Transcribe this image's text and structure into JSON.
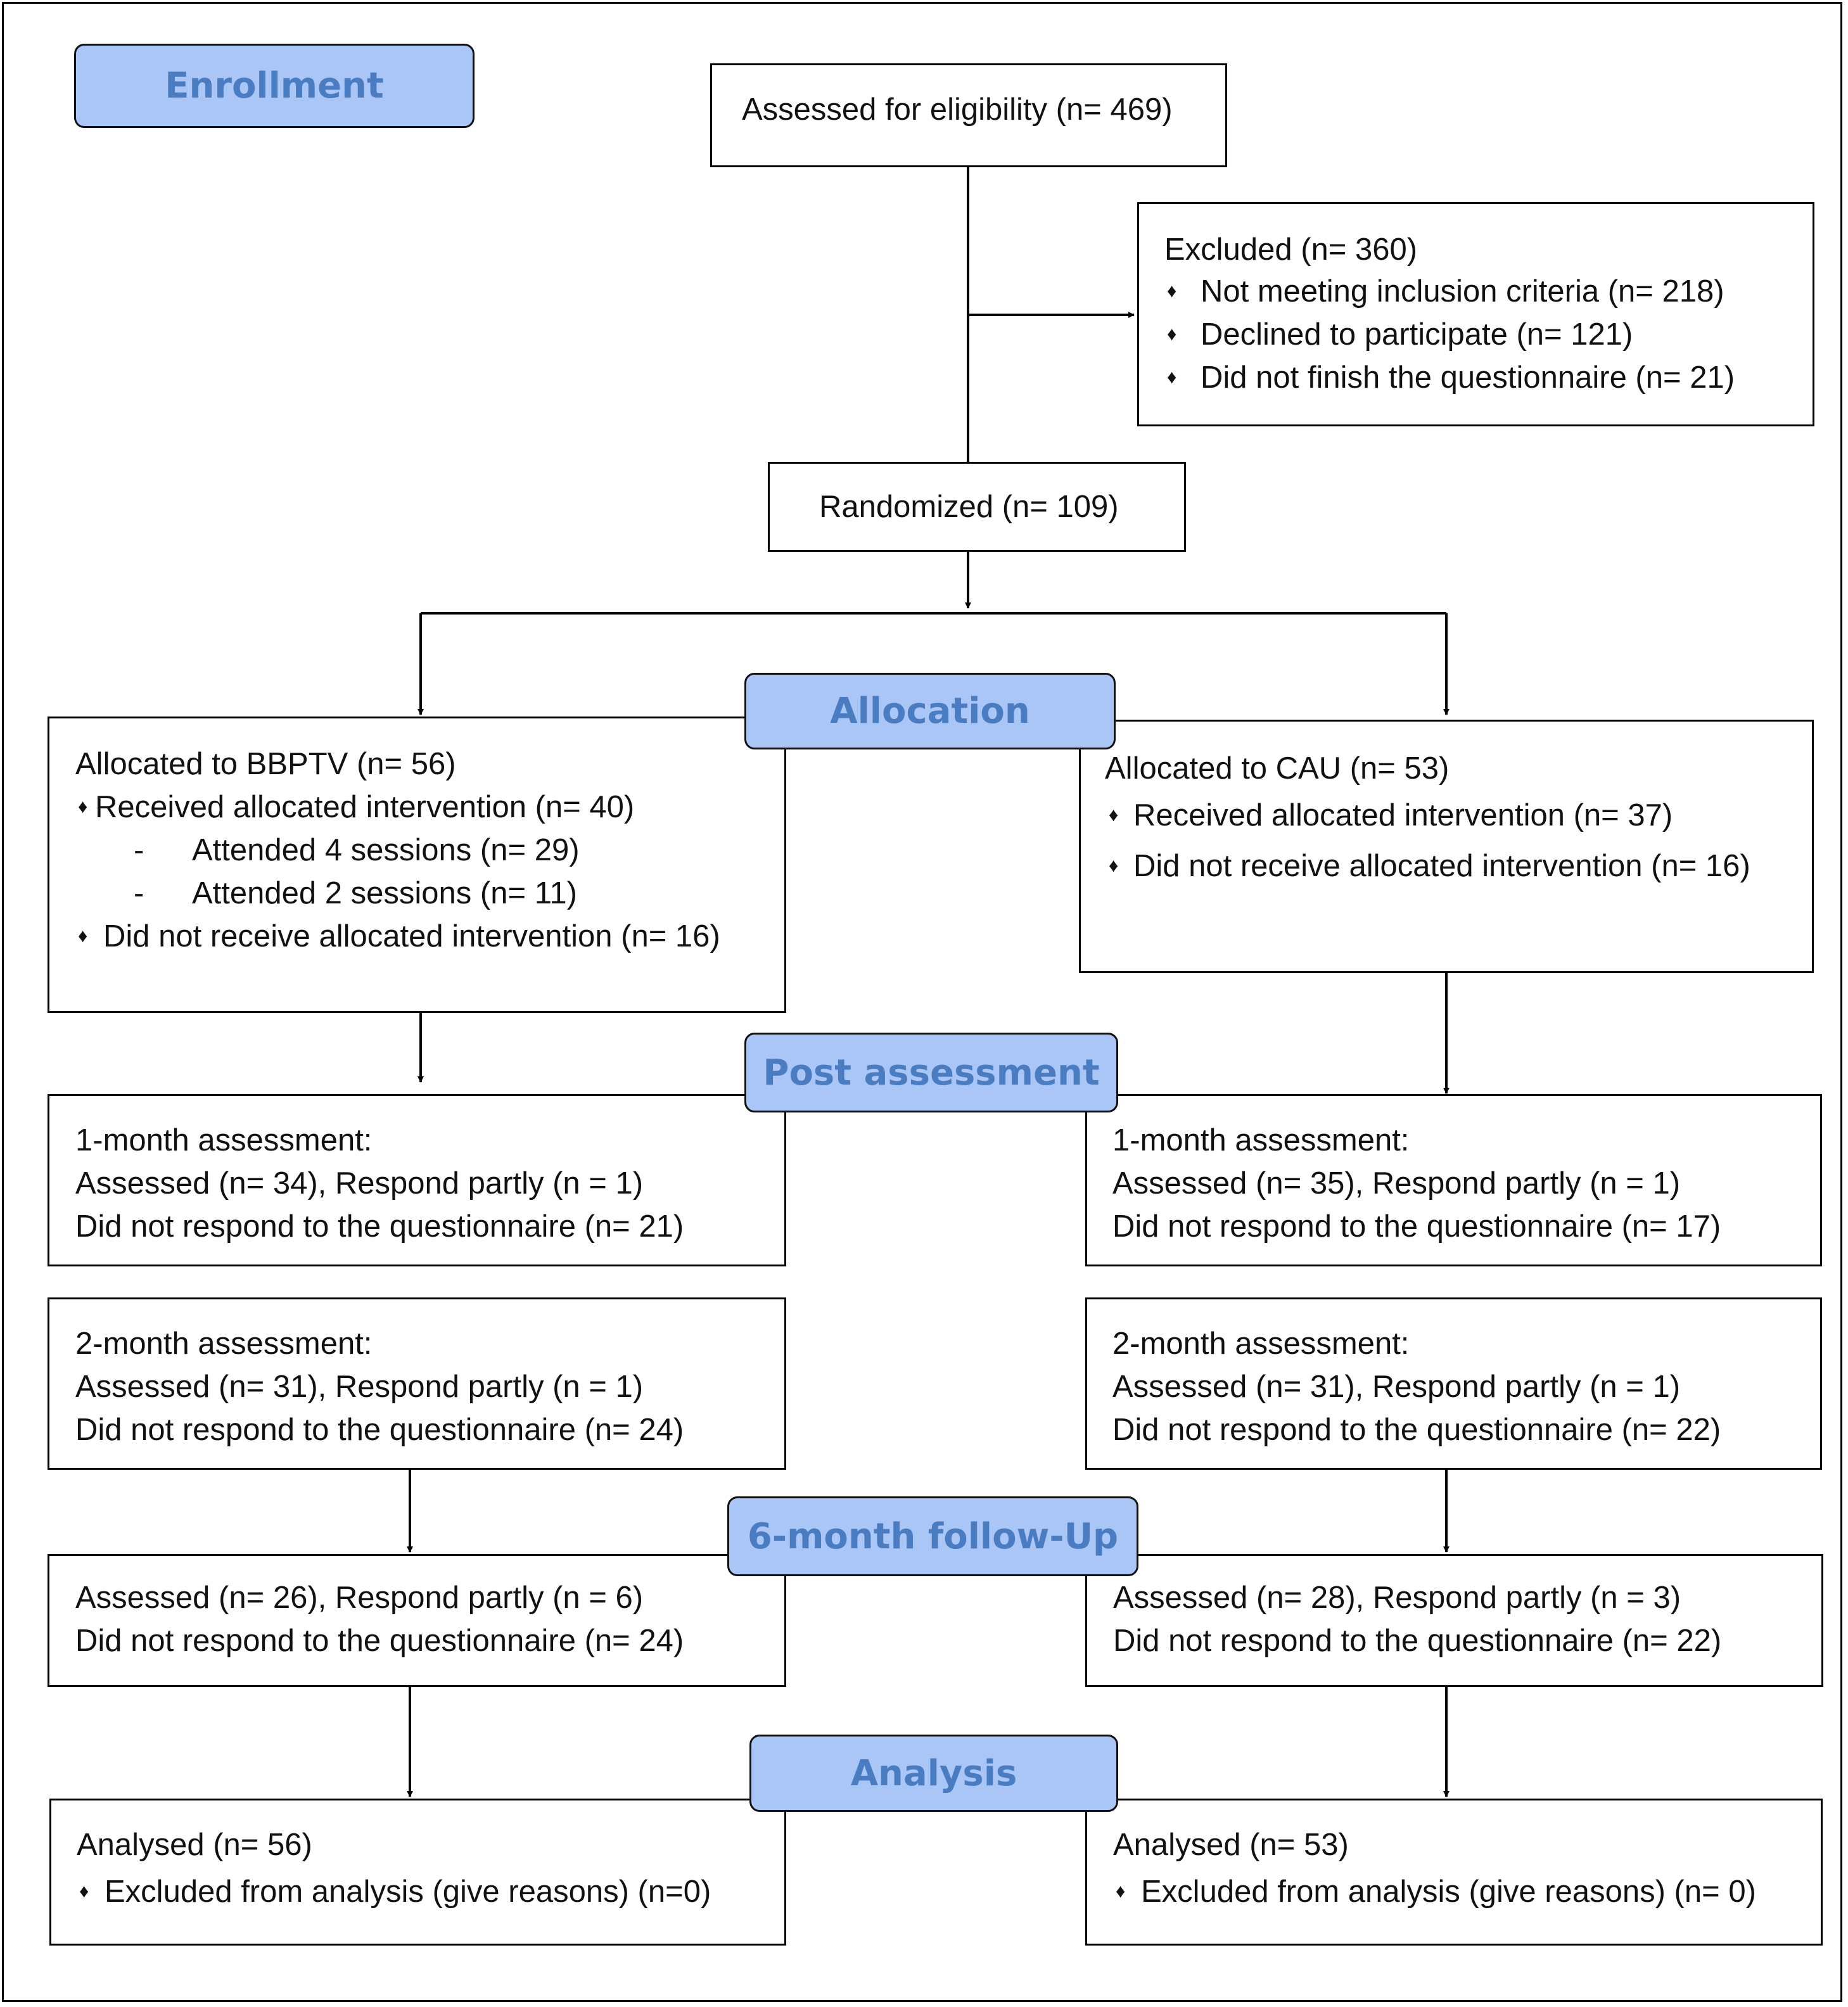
{
  "colors": {
    "stage_fill": "#a9c6f7",
    "stage_text": "#4a7cc2",
    "line": "#000000"
  },
  "icons": {
    "bullet": "black-diamond-icon"
  },
  "stages": {
    "enrollment": "Enrollment",
    "allocation": "Allocation",
    "post_assessment": "Post assessment",
    "follow_up": "6-month follow-Up",
    "analysis": "Analysis"
  },
  "enrollment": {
    "assessed": "Assessed for eligibility (n= 469)",
    "excluded": {
      "title": "Excluded (n= 360)",
      "items": [
        "Not meeting inclusion criteria (n= 218)",
        "Declined to participate (n= 121)",
        "Did not finish the questionnaire (n= 21)"
      ]
    },
    "randomized": "Randomized (n= 109)"
  },
  "allocation": {
    "left": {
      "title": "Allocated to BBPTV (n= 56)",
      "received": "Received allocated intervention (n= 40)",
      "sub_items": [
        "Attended 4 sessions (n= 29)",
        "Attended 2 sessions (n= 11)"
      ],
      "sub_dash": "-",
      "not_received": "Did not receive allocated intervention (n= 16)"
    },
    "right": {
      "title": "Allocated to CAU (n= 53)",
      "received": "Received allocated intervention (n= 37)",
      "not_received": "Did not receive allocated intervention (n= 16)"
    }
  },
  "post_assessment": {
    "left": {
      "one_month": [
        "1-month assessment:",
        "Assessed (n= 34), Respond partly (n = 1)",
        "Did not respond to the questionnaire (n= 21)"
      ],
      "two_month": [
        "2-month assessment:",
        "Assessed (n= 31), Respond partly (n = 1)",
        "Did not respond to the questionnaire (n= 24)"
      ]
    },
    "right": {
      "one_month": [
        "1-month assessment:",
        "Assessed (n= 35), Respond partly (n = 1)",
        "Did not respond to the questionnaire (n= 17)"
      ],
      "two_month": [
        "2-month assessment:",
        "Assessed (n= 31), Respond partly (n = 1)",
        "Did not respond to the questionnaire (n= 22)"
      ]
    }
  },
  "follow_up": {
    "left": [
      "Assessed (n= 26), Respond partly (n = 6)",
      "Did not respond to the questionnaire (n= 24)"
    ],
    "right": [
      "Assessed (n= 28), Respond partly (n = 3)",
      "Did not respond to the questionnaire (n= 22)"
    ]
  },
  "analysis": {
    "left": {
      "analysed": "Analysed (n= 56)",
      "excluded": "Excluded from analysis (give reasons) (n=0)"
    },
    "right": {
      "analysed": "Analysed (n= 53)",
      "excluded": "Excluded from analysis (give reasons) (n= 0)"
    }
  }
}
